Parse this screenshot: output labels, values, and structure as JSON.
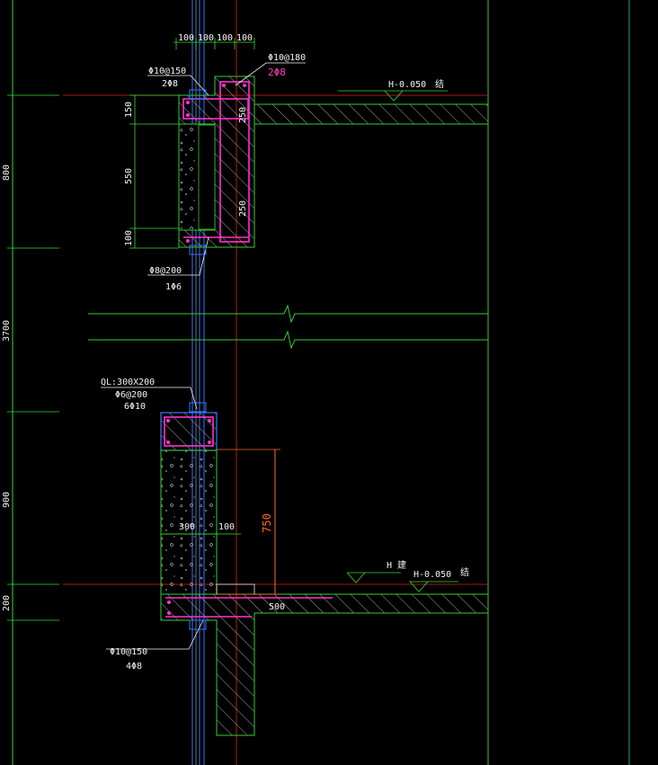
{
  "colors": {
    "background": "#000000",
    "concrete_outline": "#33cc33",
    "rebar": "#ff33cc",
    "dimension": "#33dd33",
    "axis": "#dd2222",
    "window": "#3377ff",
    "text": "#f2f2f2",
    "dimension_red": "#ff6a2a"
  },
  "left_dims": {
    "d800": "800",
    "d3700": "3700",
    "d900": "900",
    "d200": "200"
  },
  "top_beam": {
    "top_dims": [
      "100",
      "100",
      "100",
      "100"
    ],
    "stirrup_right": "Φ10@180",
    "bars_right": "2Φ8",
    "stirrup_left": "Φ10@150",
    "bars_left": "2Φ8",
    "vert_dims": [
      "150",
      "550",
      "100"
    ],
    "inner_dim_1": "250",
    "inner_dim_2": "250",
    "stirrup_bottom": "Φ8@200",
    "bars_bottom": "1Φ6",
    "level_label": "H-0.050",
    "level_tag": "结"
  },
  "bottom_beam": {
    "ql_label": "QL:300X200",
    "ql_stirrup": "Φ6@200",
    "ql_bars": "6Φ10",
    "wall_width": "300",
    "offset_dim": "100",
    "height_dim": "750",
    "slab_dim": "500",
    "level_arch_label": "H",
    "level_arch_tag": "建",
    "level_struct_label": "H-0.050",
    "level_struct_tag": "结",
    "stirrup_bottom": "Φ10@150",
    "bars_bottom": "4Φ8"
  }
}
